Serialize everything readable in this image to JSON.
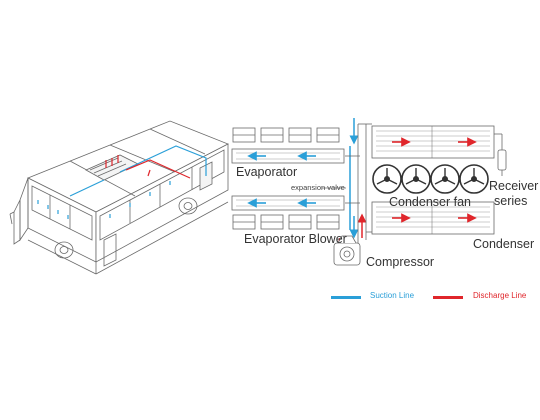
{
  "labels": {
    "evaporator": "Evaporator",
    "expansion_valve": "expansion valve",
    "evaporator_blower": "Evaporator Blower",
    "compressor": "Compressor",
    "condenser_fan": "Condenser fan",
    "receiver_series_line1": "Receiver",
    "receiver_series_line2": "series",
    "condenser": "Condenser"
  },
  "legend": {
    "suction": {
      "label": "Suction Line",
      "color": "#2a9fd8"
    },
    "discharge": {
      "label": "Discharge Line",
      "color": "#e0262b"
    }
  },
  "colors": {
    "outline": "#6a6a6a",
    "suction": "#2a9fd8",
    "discharge": "#e0262b"
  }
}
